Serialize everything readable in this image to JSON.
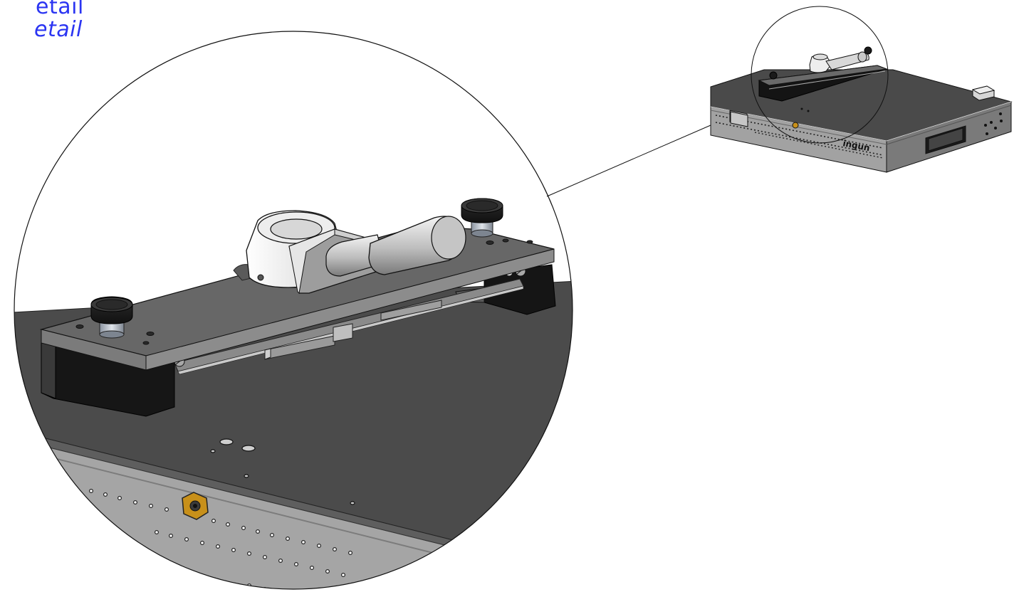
{
  "caption": {
    "line1": "etail",
    "line2": "etail"
  },
  "device": {
    "brand_label": "ingun"
  },
  "colors": {
    "caption_text": "#2b35f2",
    "top_plate": "#4a4a4a",
    "side_panel": "#9b9b9b",
    "clamp_body": "#e4e4e4",
    "nut_accent": "#c8901a"
  }
}
